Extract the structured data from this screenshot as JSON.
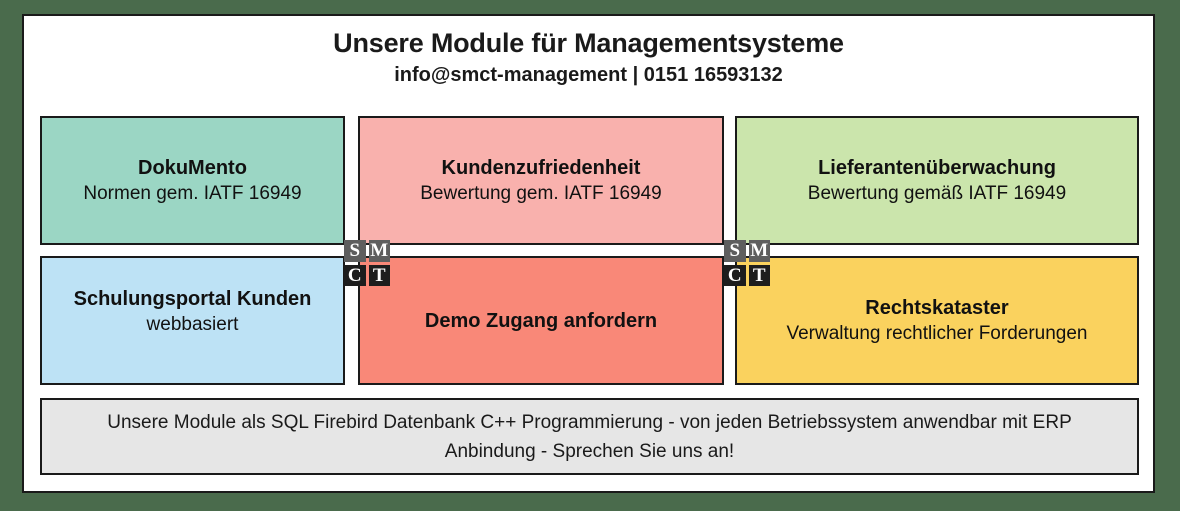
{
  "theme": {
    "frame_color": "#4a6b4c",
    "panel_bg": "#ffffff",
    "border_color": "#1a1a1a",
    "footer_bg": "#e6e6e6"
  },
  "header": {
    "title": "Unsere Module für Managementsysteme",
    "contact": "info@smct-management | 0151 16593132"
  },
  "modules": [
    {
      "name": "dokumento",
      "title": "DokuMento",
      "subtitle": "Normen gem. IATF 16949",
      "color": "#9bd6c4"
    },
    {
      "name": "kundenzufriedenheit",
      "title": "Kundenzufriedenheit",
      "subtitle": "Bewertung gem. IATF 16949",
      "color": "#f9b1ad"
    },
    {
      "name": "lieferantenueberwachung",
      "title": "Lieferantenüberwachung",
      "subtitle": "Bewertung gemäß IATF 16949",
      "color": "#cbe5ac"
    },
    {
      "name": "schulungsportal-kunden",
      "title": "Schulungsportal Kunden",
      "subtitle": "webbasiert",
      "color": "#bde2f5"
    },
    {
      "name": "demo-zugang",
      "title": "Demo Zugang anfordern",
      "subtitle": "",
      "color": "#f98878"
    },
    {
      "name": "rechtskataster",
      "title": "Rechtskataster",
      "subtitle": "Verwaltung rechtlicher Forderungen",
      "color": "#fad25e"
    }
  ],
  "footer": {
    "note": "Unsere Module als SQL Firebird Datenbank C++ Programmierung - von jeden Betriebssystem anwendbar mit ERP Anbindung - Sprechen Sie uns an!"
  },
  "watermark": {
    "letters": {
      "s": "SM",
      "c": "CT",
      "s1": "S",
      "m": "M",
      "c1": "C",
      "t": "T"
    }
  }
}
